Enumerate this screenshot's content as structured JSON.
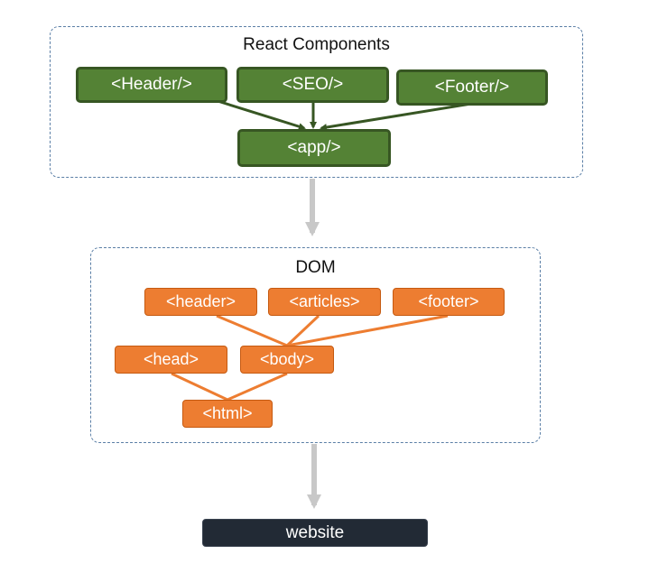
{
  "react": {
    "title": "React Components",
    "header": "<Header/>",
    "seo": "<SEO/>",
    "footer": "<Footer/>",
    "app": "<app/>"
  },
  "dom": {
    "title": "DOM",
    "header": "<header>",
    "articles": "<articles>",
    "footer": "<footer>",
    "head": "<head>",
    "body": "<body>",
    "html": "<html>"
  },
  "output": {
    "label": "website"
  },
  "colors": {
    "component_fill": "#548235",
    "component_border": "#375623",
    "dom_fill": "#ed7d31",
    "output_fill": "#222a35",
    "flow_arrow": "#c8c8c8",
    "group_border": "#5b7fa6"
  }
}
